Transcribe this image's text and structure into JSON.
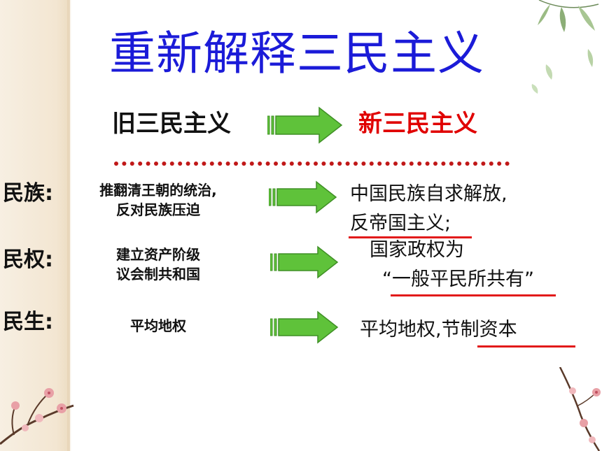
{
  "slide": {
    "title": "重新解释三民主义",
    "old_label": "旧三民主义",
    "new_label": "新三民主义",
    "rows": [
      {
        "label": "民族:",
        "old_lines": [
          "推翻清王朝的统治,",
          "反对民族压迫"
        ],
        "new_lines": [
          "中国民族自求解放,",
          "反帝国主义;"
        ]
      },
      {
        "label": "民权:",
        "old_lines": [
          "建立资产阶级",
          "议会制共和国"
        ],
        "new_lines": [
          "国家政权为",
          "“一般平民所共有”"
        ]
      },
      {
        "label": "民生:",
        "old_lines": [
          "平均地权"
        ],
        "new_lines": [
          "平均地权,节制资本"
        ]
      }
    ],
    "colors": {
      "title": "#1b1bd8",
      "new_label": "#e00000",
      "arrow_fill": "#5fc23a",
      "underline": "#e21a1a",
      "dots": "#c01818"
    },
    "icons": {
      "arrow": "right-arrow-icon",
      "plum": "plum-blossom-icon",
      "bamboo": "bamboo-leaf-icon"
    }
  }
}
